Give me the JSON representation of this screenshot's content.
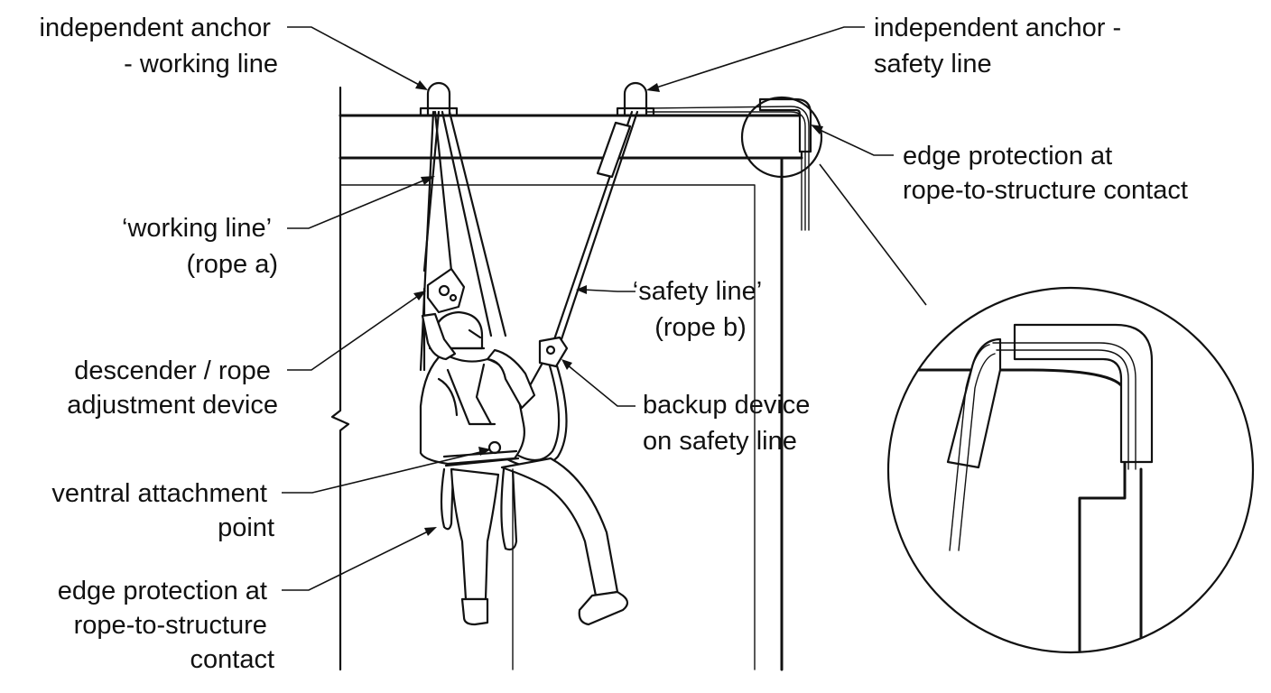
{
  "labels": {
    "anchor_working": [
      "independent anchor",
      "- working line"
    ],
    "anchor_safety": [
      "independent anchor -",
      "safety line"
    ],
    "edge_protection_top": [
      "edge protection at",
      "rope-to-structure contact"
    ],
    "working_line": [
      "‘working line’",
      "(rope a)"
    ],
    "safety_line": [
      "‘safety line’",
      "(rope b)"
    ],
    "descender": [
      "descender / rope",
      "adjustment device"
    ],
    "backup_device": [
      "backup device",
      "on safety line"
    ],
    "ventral": [
      "ventral attachment",
      "point"
    ],
    "edge_protection_bottom": [
      "edge protection at",
      "rope-to-structure",
      "contact"
    ]
  },
  "colors": {
    "ink": "#111111",
    "background": "#ffffff"
  }
}
